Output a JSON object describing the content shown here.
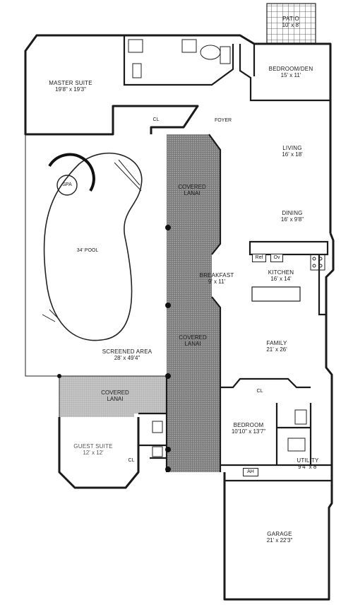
{
  "rooms": [
    {
      "key": "patio",
      "name": "PATIO",
      "dims": "10' x 8'"
    },
    {
      "key": "master",
      "name": "MASTER SUITE",
      "dims": "19'8\" x 19'3\""
    },
    {
      "key": "bedden",
      "name": "BEDROOM/DEN",
      "dims": "15' x 11'"
    },
    {
      "key": "living",
      "name": "LIVING",
      "dims": "16' x 18'"
    },
    {
      "key": "dining",
      "name": "DINING",
      "dims": "16' x 9'8\""
    },
    {
      "key": "kitchen",
      "name": "KITCHEN",
      "dims": "16' x 14'"
    },
    {
      "key": "breakfast",
      "name": "BREAKFAST",
      "dims": "9' x 11'"
    },
    {
      "key": "family",
      "name": "FAMILY",
      "dims": "21' x 26'"
    },
    {
      "key": "screened",
      "name": "SCREENED AREA",
      "dims": "28' x 49'4\""
    },
    {
      "key": "bedroom",
      "name": "BEDROOM",
      "dims": "10'10\" x 13'7\""
    },
    {
      "key": "utility",
      "name": "UTILITY",
      "dims": "9'4\" x 8'"
    },
    {
      "key": "garage",
      "name": "GARAGE",
      "dims": "21' x 22'3\""
    },
    {
      "key": "guest",
      "name": "GUEST SUITE",
      "dims": "12' x 12'"
    }
  ],
  "lanais": [
    "COVERED LANAI",
    "COVERED LANAI",
    "COVERED LANAI"
  ],
  "small_labels": {
    "foyer": "FOYER",
    "spa": "SPA",
    "pool": "34' POOL",
    "closet": "CL",
    "ref": "Ref",
    "oven": "Ov",
    "ah": "AH"
  }
}
